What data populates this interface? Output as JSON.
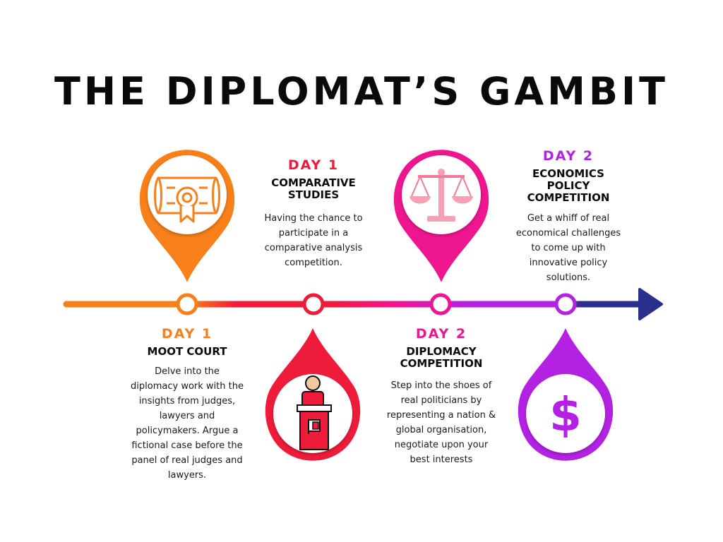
{
  "title": "THE DIPLOMAT’S GAMBIT",
  "colors": {
    "orange": "#f7801b",
    "red": "#ee1c3a",
    "pink": "#ee168f",
    "violet": "#b322e3",
    "navy": "#2a2e8c"
  },
  "events": [
    {
      "day": "DAY 1",
      "heading": "MOOT COURT",
      "description": "Delve into the diplomacy work with the insights from judges, lawyers and policymakers. Argue a fictional case before the panel of real judges and lawyers.",
      "icon": "diploma-icon"
    },
    {
      "day": "DAY 1",
      "heading": "COMPARATIVE STUDIES",
      "description": "Having the chance to participate in a comparative analysis competition.",
      "icon": "podium-speaker-icon"
    },
    {
      "day": "DAY 2",
      "heading": "DIPLOMACY COMPETITION",
      "description": "Step into the shoes of real politicians by representing a nation & global organisation, negotiate upon your best interests",
      "icon": "scales-of-justice-icon"
    },
    {
      "day": "DAY 2",
      "heading": "ECONOMICS POLICY COMPETITION",
      "description": "Get a whiff of real economical challenges to come up with innovative policy solutions.",
      "icon": "dollar-sign-icon",
      "dollar_symbol": "$"
    }
  ]
}
